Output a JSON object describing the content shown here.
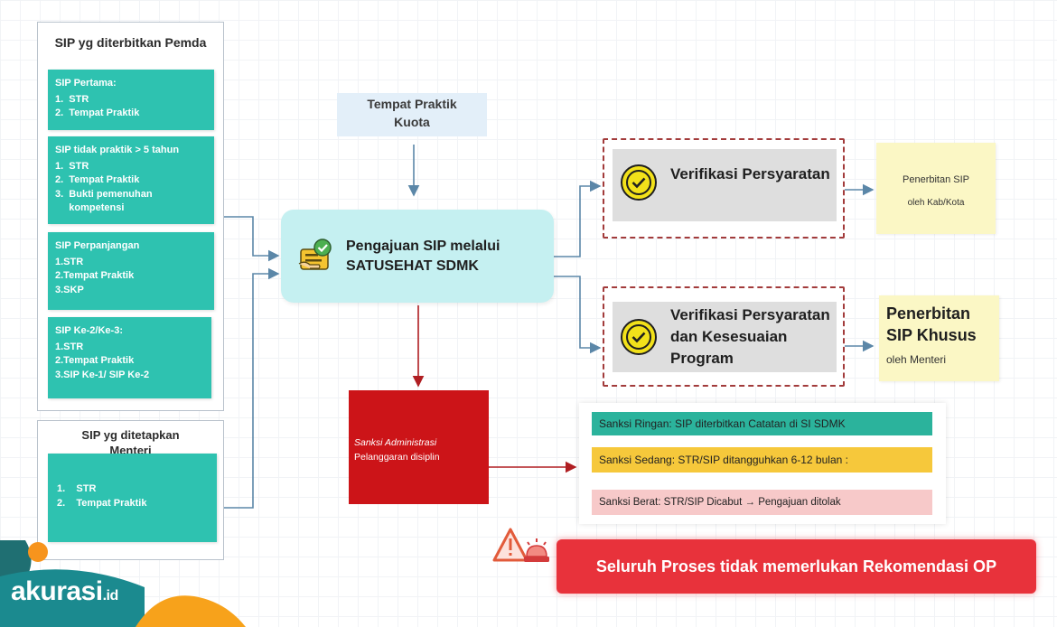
{
  "panel_pemda": {
    "title": "SIP yg diterbitkan Pemda",
    "boxes": [
      {
        "title": "SIP Pertama:",
        "items": [
          "1.  STR",
          "2.  Tempat Praktik"
        ]
      },
      {
        "title": "SIP tidak praktik > 5 tahun",
        "items": [
          "1.  STR",
          "2.  Tempat Praktik",
          "3.  Bukti pemenuhan",
          "     kompetensi"
        ]
      },
      {
        "title": "SIP Perpanjangan",
        "items": [
          "1.STR",
          "2.Tempat Praktik",
          "3.SKP"
        ]
      },
      {
        "title": "SIP Ke-2/Ke-3:",
        "items": [
          "1.STR",
          "2.Tempat Praktik",
          "3.SIP Ke-1/ SIP Ke-2"
        ]
      }
    ]
  },
  "panel_menteri": {
    "title": "SIP yg ditetapkan Menteri",
    "items": [
      "1.    STR",
      "2.    Tempat Praktik"
    ]
  },
  "kuota": {
    "line1": "Tempat Praktik",
    "line2": "Kuota"
  },
  "main": {
    "line1": "Pengajuan SIP melalui",
    "line2": "SATUSEHAT SDMK",
    "icon": "checklist-hand-icon"
  },
  "verif1": {
    "label": "Verifikasi Persyaratan",
    "icon": "check-circle-icon"
  },
  "verif2": {
    "line1": "Verifikasi Persyaratan",
    "line2": "dan Kesesuaian",
    "line3": "Program",
    "icon": "check-circle-icon"
  },
  "penerbitan1": {
    "line1": "Penerbitan SIP",
    "line2": "oleh Kab/Kota"
  },
  "penerbitan2": {
    "line1": "Penerbitan",
    "line2": "SIP Khusus",
    "line3": "oleh Menteri"
  },
  "sanksi_admin": {
    "line1": "Sanksi Administrasi",
    "line2": "Pelanggaran disiplin"
  },
  "sanksi": [
    {
      "label": "Sanksi Ringan: SIP diterbitkan Catatan di SI SDMK",
      "color": "#2bb39c"
    },
    {
      "label": "Sanksi Sedang: STR/SIP ditangguhkan 6-12 bulan :",
      "color": "#f6c83b"
    },
    {
      "label": "Sanksi Berat: STR/SIP Dicabut → Pengajuan ditolak",
      "color": "#f7c9c9"
    }
  ],
  "banner": {
    "label": "Seluruh Proses tidak memerlukan Rekomendasi OP",
    "icon": "warning-siren-icon"
  },
  "logo": {
    "text": "akurasi",
    "suffix": ".id"
  },
  "colors": {
    "teal": "#2ec2b0",
    "main": "#c5f0f1",
    "red": "#cc1418",
    "banner": "#e8323b",
    "yellow": "#fbf7c5"
  }
}
